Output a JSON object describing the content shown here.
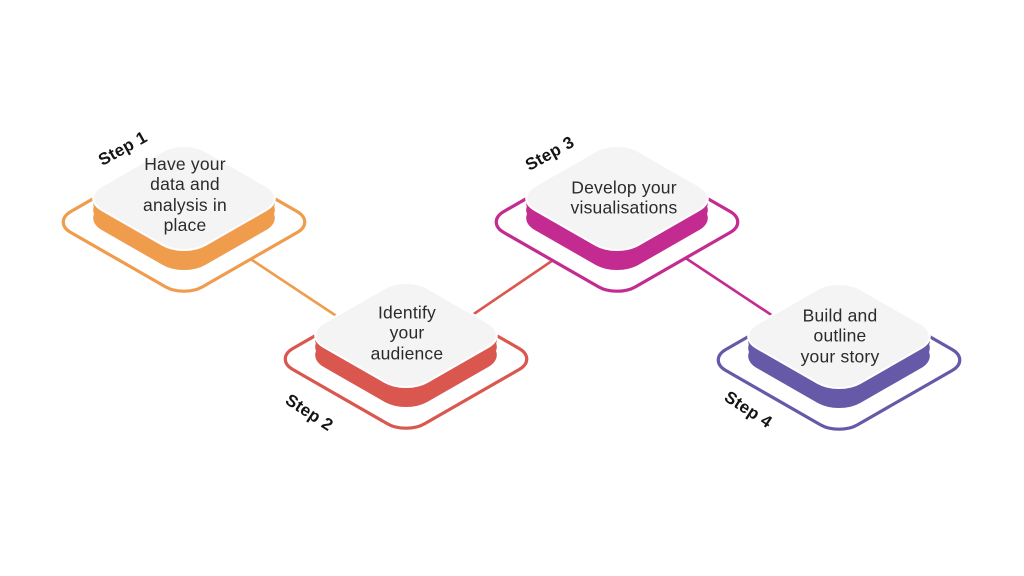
{
  "diagram": {
    "background": "#FFFFFF",
    "face_color": "#F4F4F5",
    "face_edge_color": "#FFFFFF",
    "text_color": "#2B2B2B",
    "label_color": "#141414"
  },
  "steps": [
    {
      "label": "Step 1",
      "text": "Have your\ndata and\nanalysis in\nplace",
      "color": "#F09C4D"
    },
    {
      "label": "Step 2",
      "text": "Identify\nyour\naudience",
      "color": "#DA574F"
    },
    {
      "label": "Step 3",
      "text": "Develop your\nvisualisations",
      "color": "#C32B90"
    },
    {
      "label": "Step 4",
      "text": "Build and\noutline\nyour story",
      "color": "#6659A8"
    }
  ],
  "connectors": [
    {
      "from": "Step 1",
      "to": "Step 2",
      "color": "#F09C4D"
    },
    {
      "from": "Step 2",
      "to": "Step 3",
      "color": "#DA574F"
    },
    {
      "from": "Step 3",
      "to": "Step 4",
      "color": "#C32B90"
    }
  ]
}
